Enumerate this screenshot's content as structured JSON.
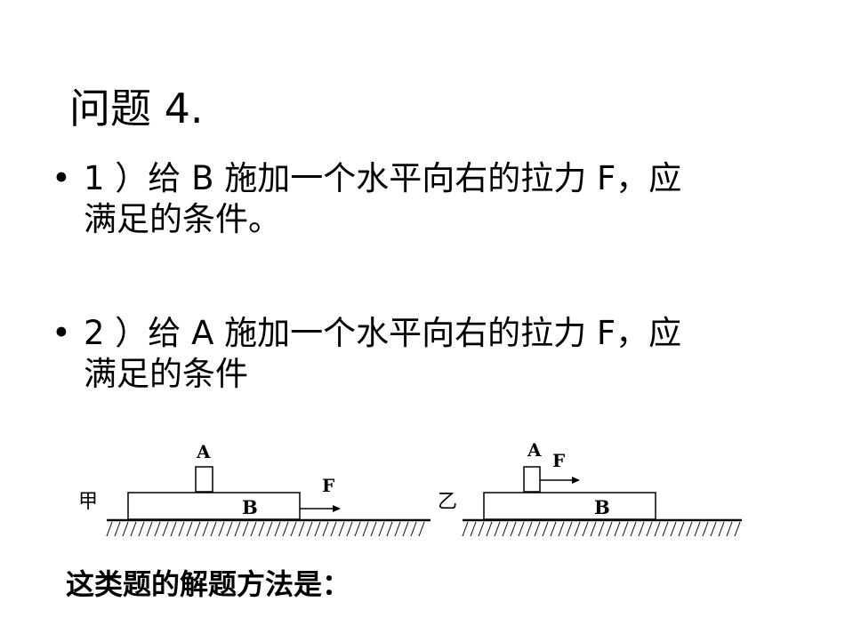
{
  "title": "问题 4.",
  "bullets": [
    {
      "marker": "•",
      "line1": "1 ）给 B 施加一个水平向右的拉力 F，应",
      "line2": "满足的条件。"
    },
    {
      "marker": "•",
      "line1": "2 ）给 A 施加一个水平向右的拉力 F，应",
      "line2": "满足的条件"
    }
  ],
  "diagram": {
    "left_label": "甲",
    "right_label": "乙",
    "block_a": "A",
    "block_b": "B",
    "force": "F"
  },
  "method": "这类题的解题方法是："
}
